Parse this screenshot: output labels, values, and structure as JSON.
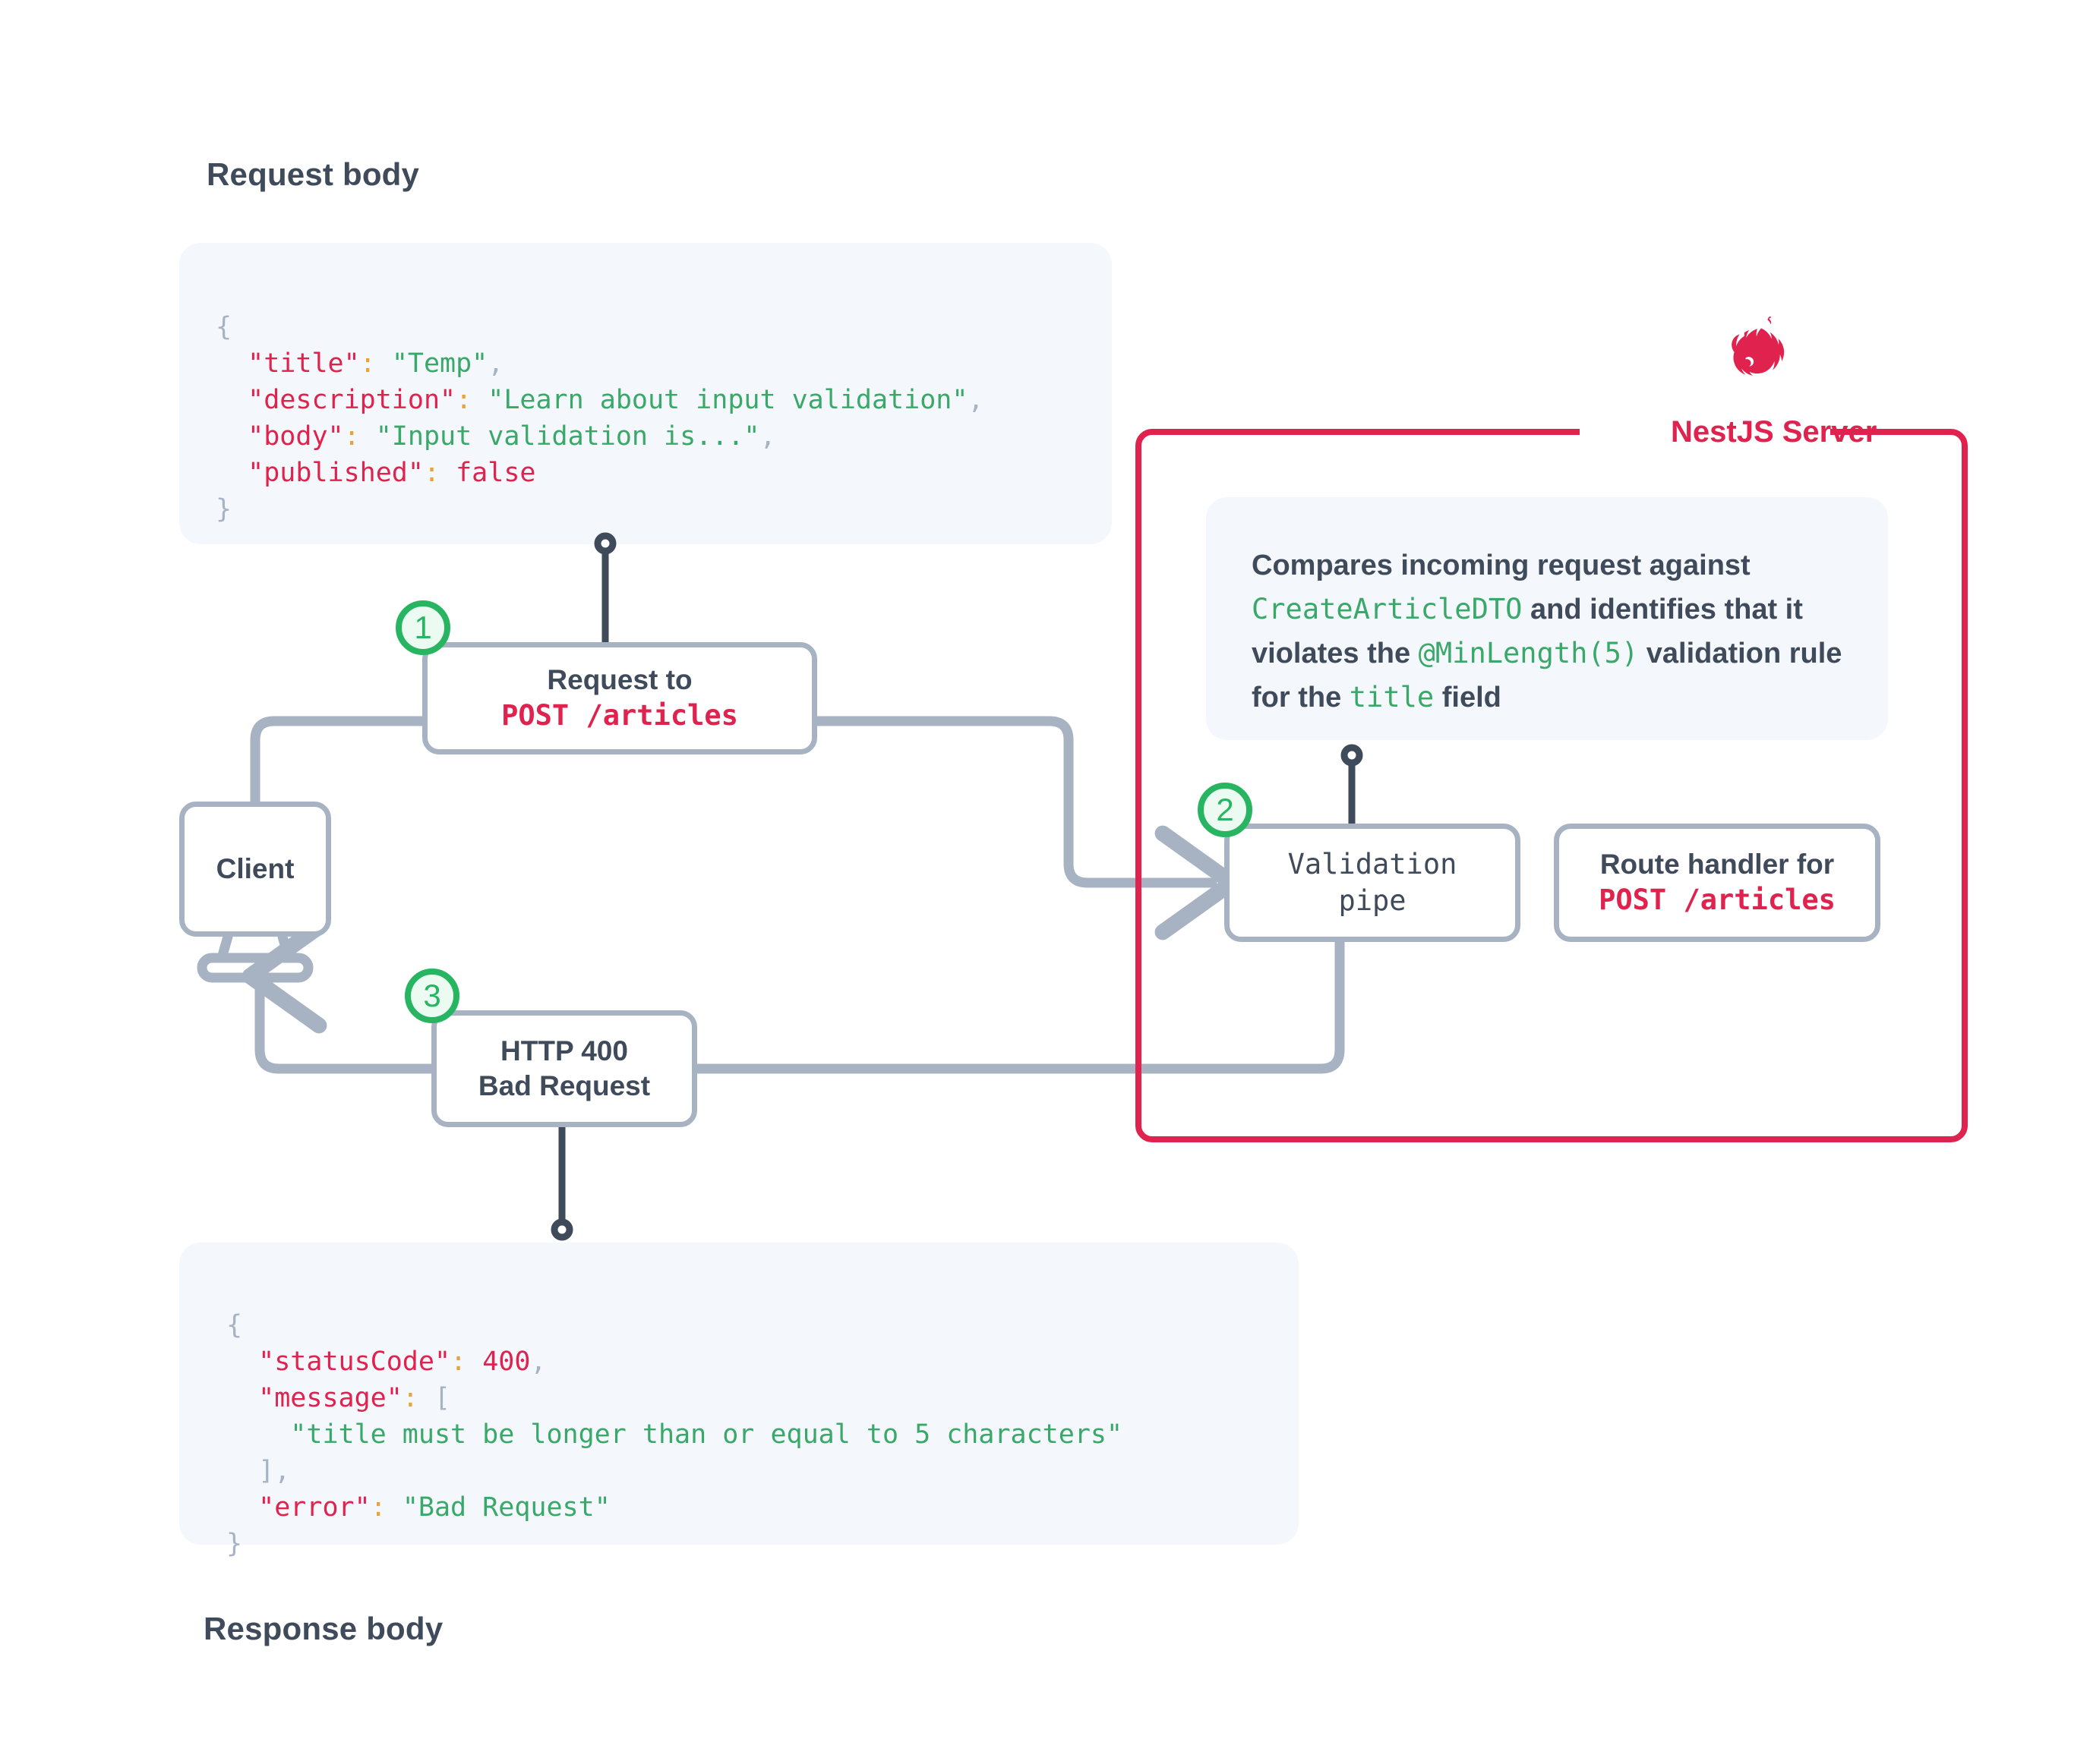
{
  "labels": {
    "request_body": "Request body",
    "response_body": "Response body"
  },
  "request_body": {
    "lines": [
      {
        "segs": [
          {
            "t": "{",
            "c": "g"
          }
        ]
      },
      {
        "segs": [
          {
            "t": "  ",
            "c": "g"
          },
          {
            "t": "\"title\"",
            "c": "k"
          },
          {
            "t": ":",
            "c": "p"
          },
          {
            "t": " ",
            "c": "g"
          },
          {
            "t": "\"Temp\"",
            "c": "s"
          },
          {
            "t": ",",
            "c": "g"
          }
        ]
      },
      {
        "segs": [
          {
            "t": "  ",
            "c": "g"
          },
          {
            "t": "\"description\"",
            "c": "k"
          },
          {
            "t": ":",
            "c": "p"
          },
          {
            "t": " ",
            "c": "g"
          },
          {
            "t": "\"Learn about input validation\"",
            "c": "s"
          },
          {
            "t": ",",
            "c": "g"
          }
        ]
      },
      {
        "segs": [
          {
            "t": "  ",
            "c": "g"
          },
          {
            "t": "\"body\"",
            "c": "k"
          },
          {
            "t": ":",
            "c": "p"
          },
          {
            "t": " ",
            "c": "g"
          },
          {
            "t": "\"Input validation is...\"",
            "c": "s"
          },
          {
            "t": ",",
            "c": "g"
          }
        ]
      },
      {
        "segs": [
          {
            "t": "  ",
            "c": "g"
          },
          {
            "t": "\"published\"",
            "c": "k"
          },
          {
            "t": ":",
            "c": "p"
          },
          {
            "t": " ",
            "c": "g"
          },
          {
            "t": "false",
            "c": "b"
          }
        ]
      },
      {
        "segs": [
          {
            "t": "}",
            "c": "g"
          }
        ]
      }
    ]
  },
  "response_body": {
    "lines": [
      {
        "segs": [
          {
            "t": "{",
            "c": "g"
          }
        ]
      },
      {
        "segs": [
          {
            "t": "  ",
            "c": "g"
          },
          {
            "t": "\"statusCode\"",
            "c": "k"
          },
          {
            "t": ":",
            "c": "p"
          },
          {
            "t": " ",
            "c": "g"
          },
          {
            "t": "400",
            "c": "b"
          },
          {
            "t": ",",
            "c": "g"
          }
        ]
      },
      {
        "segs": [
          {
            "t": "  ",
            "c": "g"
          },
          {
            "t": "\"message\"",
            "c": "k"
          },
          {
            "t": ":",
            "c": "p"
          },
          {
            "t": " ",
            "c": "g"
          },
          {
            "t": "[",
            "c": "g"
          }
        ]
      },
      {
        "segs": [
          {
            "t": "    ",
            "c": "g"
          },
          {
            "t": "\"title must be longer than or equal to 5 characters\"",
            "c": "s"
          }
        ]
      },
      {
        "segs": [
          {
            "t": "  ",
            "c": "g"
          },
          {
            "t": "],",
            "c": "g"
          }
        ]
      },
      {
        "segs": [
          {
            "t": "  ",
            "c": "g"
          },
          {
            "t": "\"error\"",
            "c": "k"
          },
          {
            "t": ":",
            "c": "p"
          },
          {
            "t": " ",
            "c": "g"
          },
          {
            "t": "\"Bad Request\"",
            "c": "s"
          }
        ]
      },
      {
        "segs": [
          {
            "t": "}",
            "c": "g"
          }
        ]
      }
    ]
  },
  "nodes": {
    "client": "Client",
    "request": {
      "line1": "Request to",
      "line2": "POST /articles"
    },
    "http400": {
      "line1": "HTTP 400",
      "line2": "Bad Request"
    },
    "validation": {
      "line1": "Validation",
      "line2": "pipe"
    },
    "route": {
      "line1": "Route handler for",
      "line2": "POST /articles"
    }
  },
  "steps": {
    "one": "1",
    "two": "2",
    "three": "3"
  },
  "server": {
    "label": "NestJS Server",
    "logo_icon": "nestjs-cat-logo"
  },
  "callout_validation": {
    "part1": "Compares incoming request against ",
    "code1": "CreateArticleDTO",
    "part2": " and identifies that it violates the ",
    "code2": "@MinLength(5)",
    "part3": " validation rule for the ",
    "code3": "title",
    "part4": " field"
  },
  "colors": {
    "accent_red": "#e0234e",
    "accent_green": "#28b562",
    "string_green": "#3aa869",
    "connector_gray": "#a7b3c2",
    "text_dark": "#3f4a5a",
    "panel_bg": "#f4f8fc",
    "badge_fill": "#ecfbf1"
  }
}
